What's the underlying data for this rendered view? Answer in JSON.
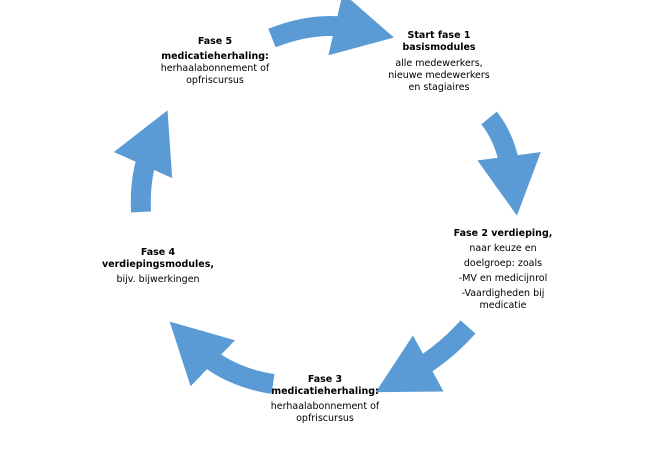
{
  "diagram": {
    "arrow_color": "#5b9bd5",
    "nodes": [
      {
        "id": "fase1",
        "title_lines": [
          "Start fase 1",
          "basismodules"
        ],
        "desc_lines": [
          "alle medewerkers,",
          "nieuwe medewerkers",
          "en stagiaires"
        ]
      },
      {
        "id": "fase2",
        "title_lines": [
          "Fase 2 verdieping,"
        ],
        "desc_lines": [
          "naar keuze en",
          "doelgroep: zoals"
        ],
        "list_items": [
          "MV en medicijnrol",
          "Vaardigheden bij medicatie"
        ]
      },
      {
        "id": "fase3",
        "title_lines": [
          "Fase 3",
          "medicatieherhaling:"
        ],
        "desc_lines": [
          "herhaalabonnement of",
          "opfriscursus"
        ]
      },
      {
        "id": "fase4",
        "title_lines": [
          "Fase 4",
          "verdiepingsmodules,"
        ],
        "desc_lines": [
          "bijv. bijwerkingen"
        ]
      },
      {
        "id": "fase5",
        "title_lines": [
          "Fase 5",
          "medicatieherhaling:"
        ],
        "desc_lines": [
          "herhaalabonnement of",
          "opfriscursus"
        ]
      }
    ]
  }
}
